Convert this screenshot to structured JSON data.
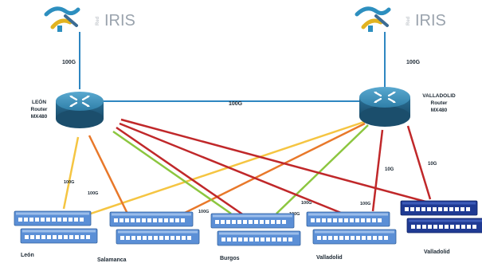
{
  "logos": [
    {
      "small": "Red",
      "big": "IRIS"
    },
    {
      "small": "Red",
      "big": "IRIS"
    }
  ],
  "routers": [
    {
      "name": "LEÓN",
      "line2": "Router",
      "line3": "MX480"
    },
    {
      "name": "VALLADOLID",
      "line2": "Router",
      "line3": "MX480"
    }
  ],
  "links": {
    "uplink_left": "100G",
    "uplink_right": "100G",
    "core": "100G",
    "leon_leon": "100G",
    "leon_salamanca": "100G",
    "leon_burgos": "100G",
    "valla_burgos": "100G",
    "valla_valladolid": "100G",
    "valla_10g_a": "10G",
    "valla_10g_b": "10G"
  },
  "sites": [
    "León",
    "Salamanca",
    "Burgos",
    "Valladolid",
    "Valladolid"
  ],
  "colors": {
    "yellow_link": "#f5c542",
    "orange_link": "#e8782a",
    "green_link": "#8cc63f",
    "red_link": "#c0282a",
    "core_link": "#2e86c1",
    "router": "#2f7fa8",
    "switch_light": "#5b8fd6",
    "switch_dark": "#1f3a93"
  }
}
